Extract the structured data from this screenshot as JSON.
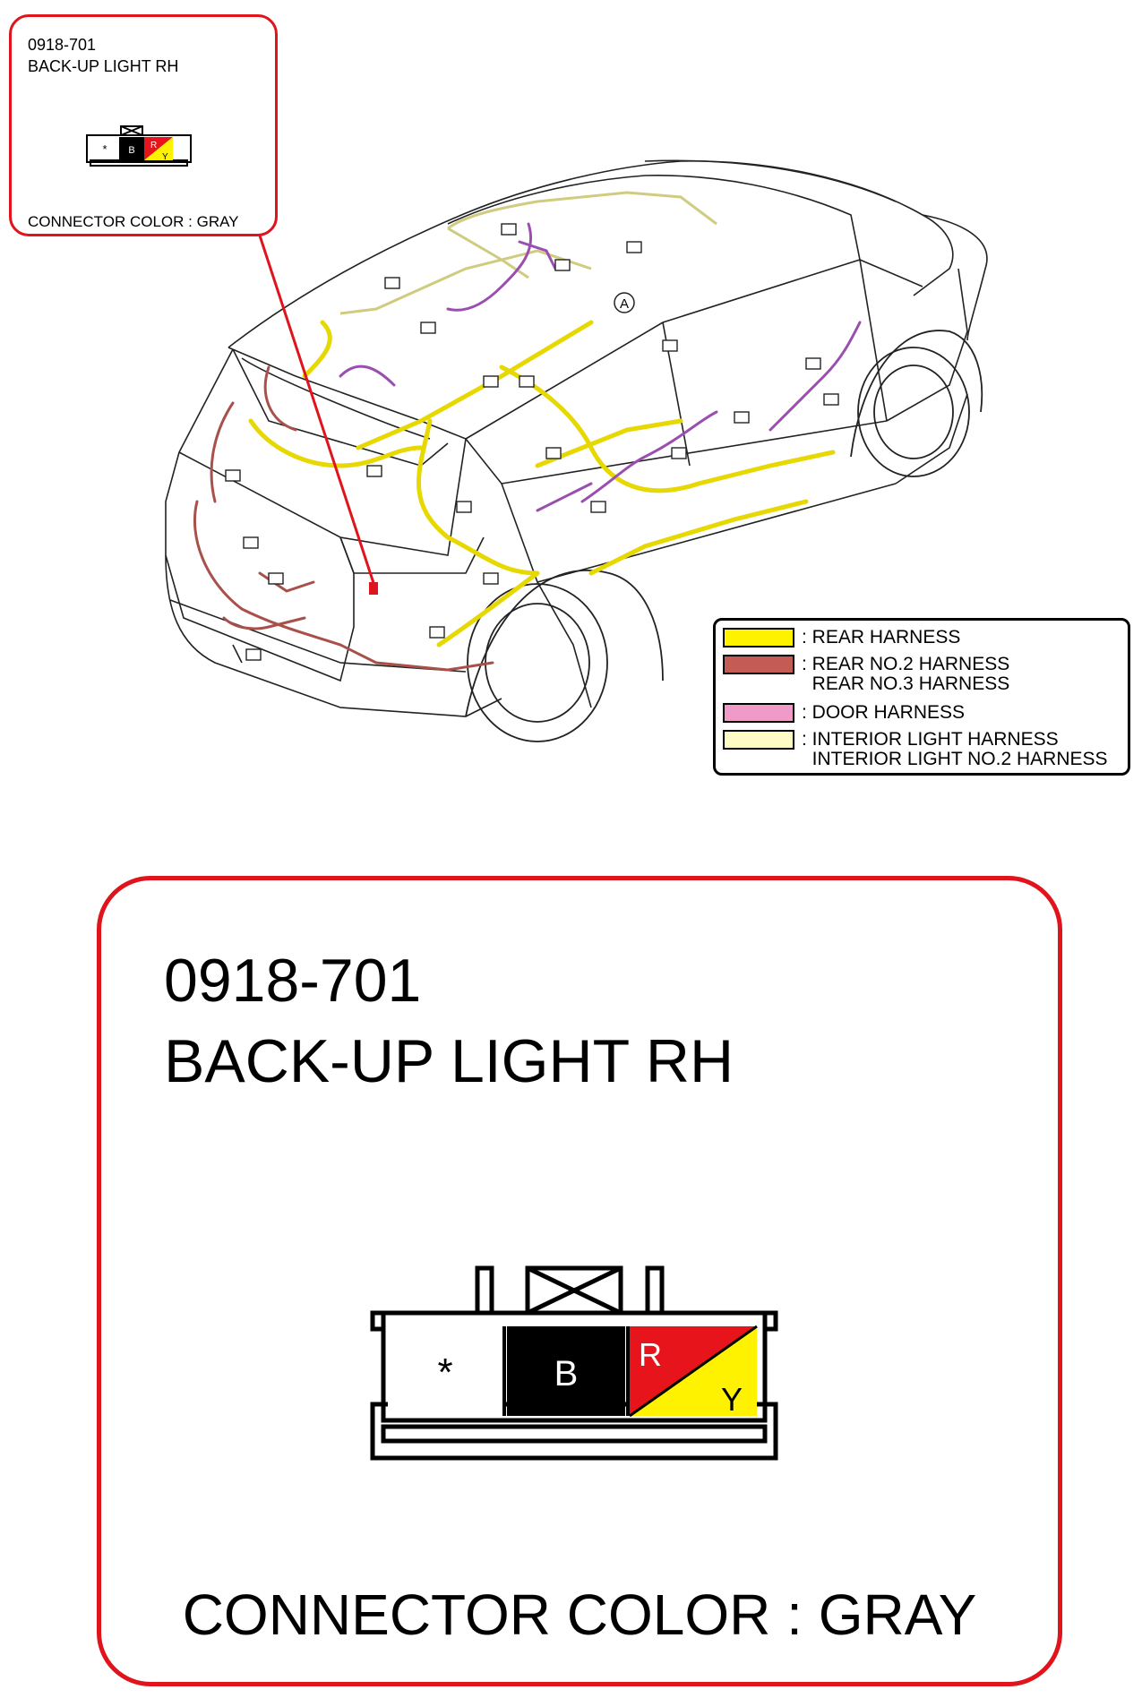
{
  "connector": {
    "code": "0918-701",
    "name": "BACK-UP LIGHT RH",
    "color_line": "CONNECTOR COLOR : GRAY",
    "terminals": [
      {
        "label": "*",
        "fill": "#ffffff",
        "text_color": "#000000"
      },
      {
        "label": "B",
        "fill": "#000000",
        "text_color": "#ffffff"
      },
      {
        "label": "R",
        "fill": "#e8141c",
        "text_color": "#ffffff",
        "split_label": "Y",
        "split_fill": "#fff200"
      }
    ]
  },
  "marker": {
    "label": "A"
  },
  "legend": {
    "items": [
      {
        "color": "#fff200",
        "text": ": REAR HARNESS"
      },
      {
        "color": "#c45b55",
        "text": ": REAR NO.2 HARNESS\n  REAR NO.3 HARNESS"
      },
      {
        "color": "#f09ac8",
        "text": ": DOOR HARNESS"
      },
      {
        "color": "#fffbc4",
        "text": ": INTERIOR LIGHT HARNESS\n  INTERIOR LIGHT NO.2 HARNESS"
      }
    ]
  },
  "colors": {
    "accent_red": "#e0141c",
    "rear_harness": "#fff200",
    "rear_no2_harness": "#c45b55",
    "door_harness": "#b060c0",
    "interior_light_harness": "#e8e6a0"
  }
}
